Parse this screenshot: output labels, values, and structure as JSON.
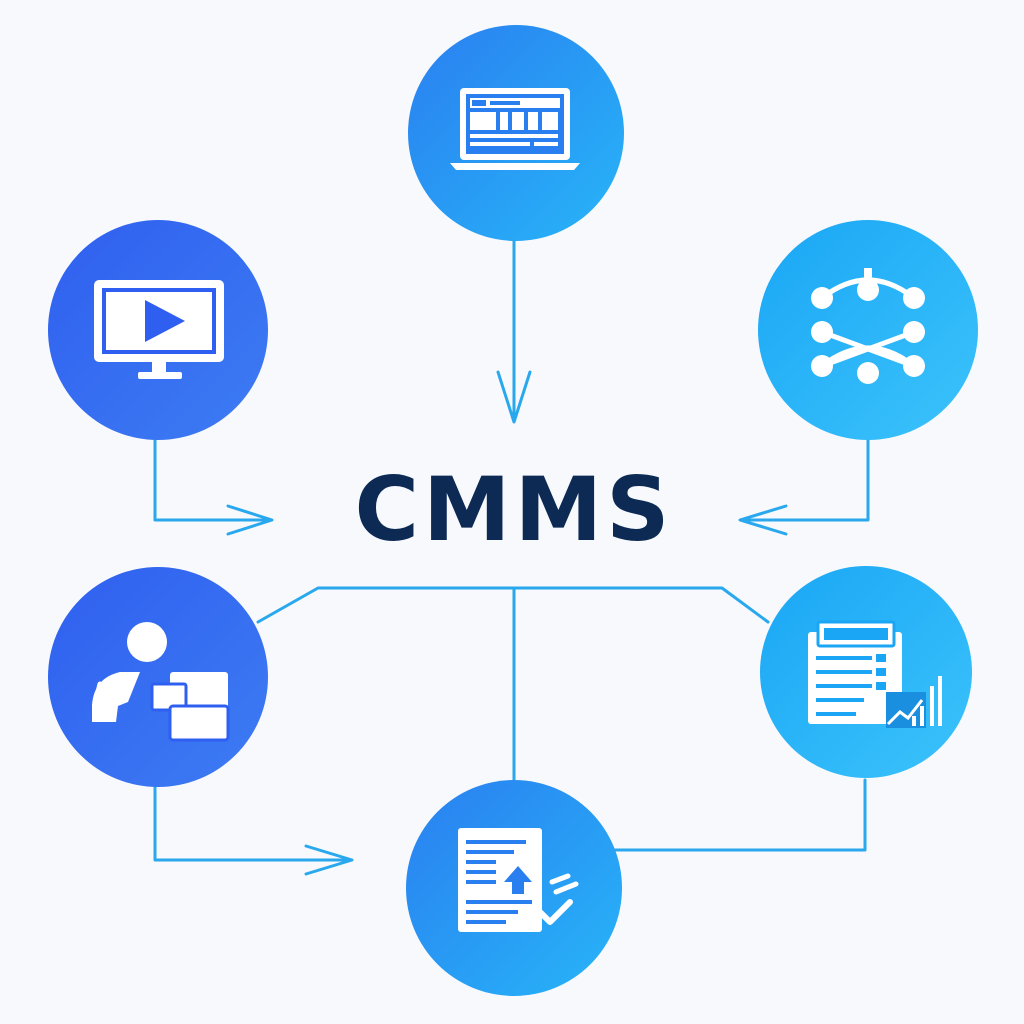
{
  "title": "CMMS",
  "colors": {
    "title": "#0d2a55",
    "connector": "#2aa8ee",
    "node_blue": "#2f5ff0",
    "node_blue_light": "#3d7cf2",
    "node_cyan": "#1aa6f5",
    "node_cyan_light": "#3cc3fb",
    "icon_accent": "#2a7ff0"
  },
  "nodes": [
    {
      "id": "top",
      "icon": "laptop-dashboard-icon"
    },
    {
      "id": "upper-left",
      "icon": "monitor-play-icon"
    },
    {
      "id": "upper-right",
      "icon": "network-workflow-icon"
    },
    {
      "id": "lower-left",
      "icon": "user-documents-icon"
    },
    {
      "id": "lower-right",
      "icon": "report-chart-icon"
    },
    {
      "id": "bottom",
      "icon": "document-checklist-icon"
    }
  ]
}
